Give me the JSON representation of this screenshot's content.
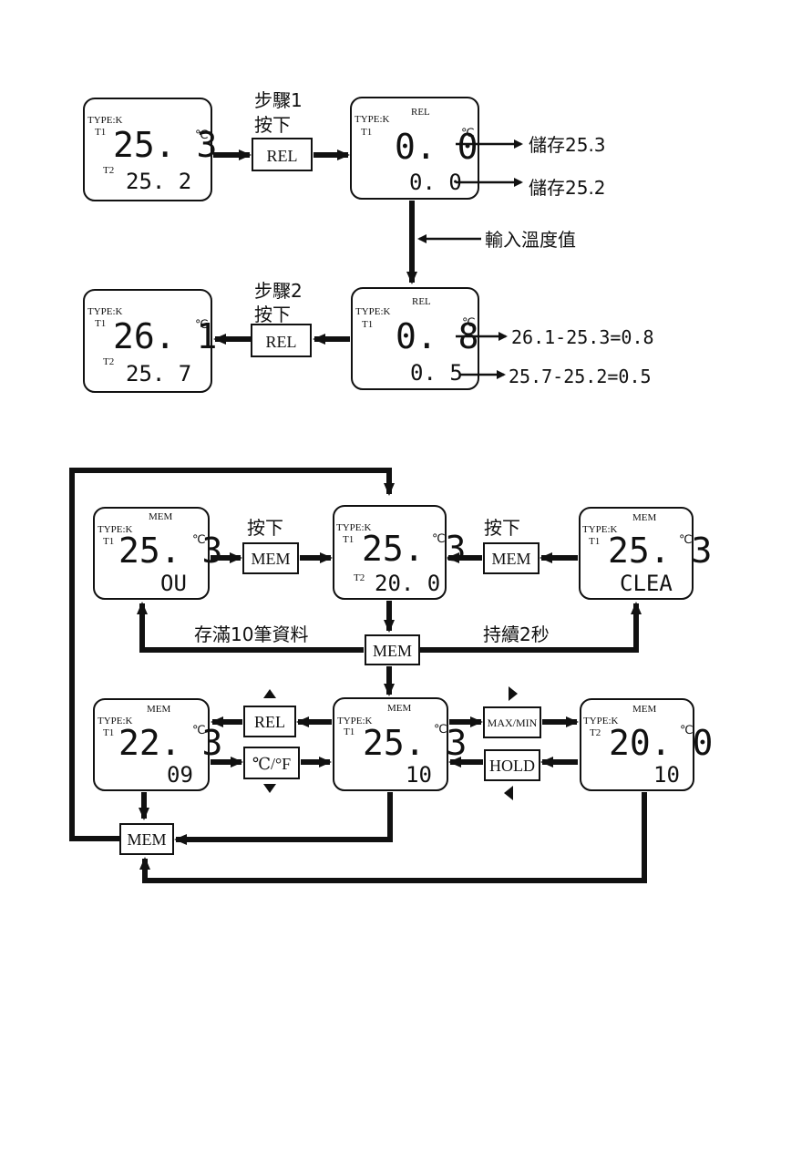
{
  "diagram1": {
    "step1_label": "步驟1",
    "step1_press": "按下",
    "step2_label": "步驟2",
    "step2_press": "按下",
    "rel_button": "REL",
    "input_temp_note": "輸入溫度值",
    "store_t1": "儲存25.3",
    "store_t2": "儲存25.2",
    "calc_t1": "26.1-25.3=0.8",
    "calc_t2": "25.7-25.2=0.5",
    "d1": {
      "type": "TYPE:K",
      "t1": "T1",
      "t2": "T2",
      "unit": "℃",
      "main": "25. 3",
      "sub": "25. 2"
    },
    "d2": {
      "type": "TYPE:K",
      "t1": "T1",
      "mode": "REL",
      "unit": "℃",
      "main": "0. 0",
      "sub": "0. 0"
    },
    "d3": {
      "type": "TYPE:K",
      "t1": "T1",
      "mode": "REL",
      "unit": "℃",
      "main": "0. 8",
      "sub": "0. 5"
    },
    "d4": {
      "type": "TYPE:K",
      "t1": "T1",
      "t2": "T2",
      "unit": "℃",
      "main": "26. 1",
      "sub": "25. 7"
    }
  },
  "diagram2": {
    "press_left": "按下",
    "press_right": "按下",
    "mem_button": "MEM",
    "rel_button": "REL",
    "cf_button": "℃/°F",
    "maxmin_button": "MAX/MIN",
    "hold_button": "HOLD",
    "full_note": "存滿10筆資料",
    "hold_note": "持續2秒",
    "e1": {
      "mode": "MEM",
      "type": "TYPE:K",
      "t1": "T1",
      "unit": "℃",
      "main": "25. 3",
      "sub": "OU"
    },
    "e2": {
      "type": "TYPE:K",
      "t1": "T1",
      "t2": "T2",
      "unit": "℃",
      "main": "25. 3",
      "sub": "20. 0"
    },
    "e3": {
      "mode": "MEM",
      "type": "TYPE:K",
      "t1": "T1",
      "unit": "℃",
      "main": "25. 3",
      "sub": "CLEA"
    },
    "e4": {
      "mode": "MEM",
      "type": "TYPE:K",
      "t1": "T1",
      "unit": "℃",
      "main": "22. 3",
      "sub": "09"
    },
    "e5": {
      "mode": "MEM",
      "type": "TYPE:K",
      "t1": "T1",
      "unit": "℃",
      "main": "25. 3",
      "sub": "10"
    },
    "e6": {
      "mode": "MEM",
      "type": "TYPE:K",
      "t2": "T2",
      "unit": "℃",
      "main": "20. 0",
      "sub": "10"
    }
  }
}
